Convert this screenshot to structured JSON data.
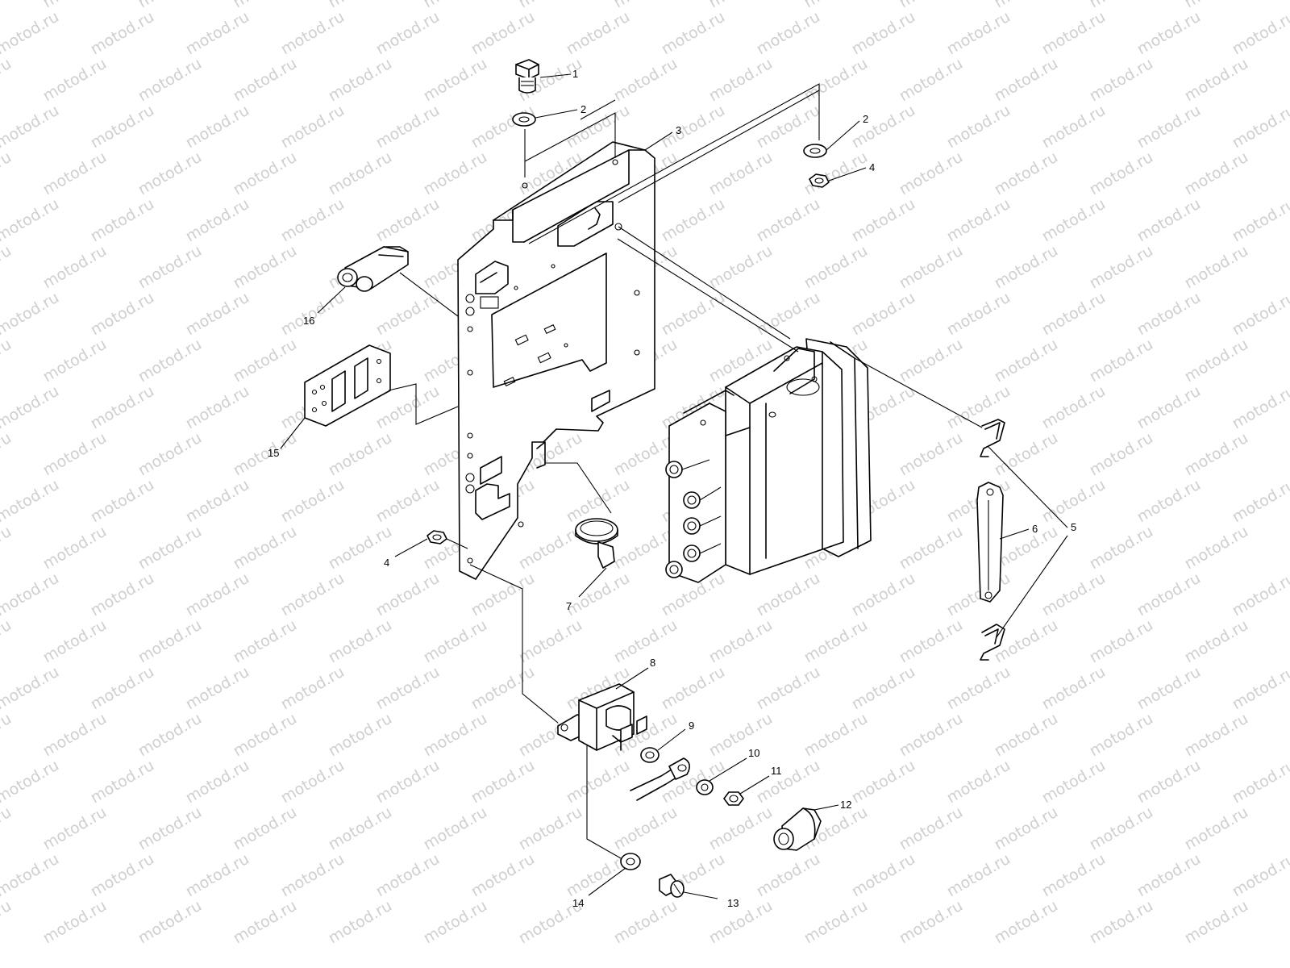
{
  "watermark": "motod.ru",
  "callouts": {
    "c1": "1",
    "c2a": "2",
    "c2b": "2",
    "c3": "3",
    "c4a": "4",
    "c4b": "4",
    "c5": "5",
    "c6": "6",
    "c7": "7",
    "c8": "8",
    "c9": "9",
    "c10": "10",
    "c11": "11",
    "c12": "12",
    "c13": "13",
    "c14": "14",
    "c15": "15",
    "c16": "16"
  },
  "colors": {
    "line": "#000000",
    "watermark": "#cfcfcf",
    "background": "#ffffff"
  }
}
